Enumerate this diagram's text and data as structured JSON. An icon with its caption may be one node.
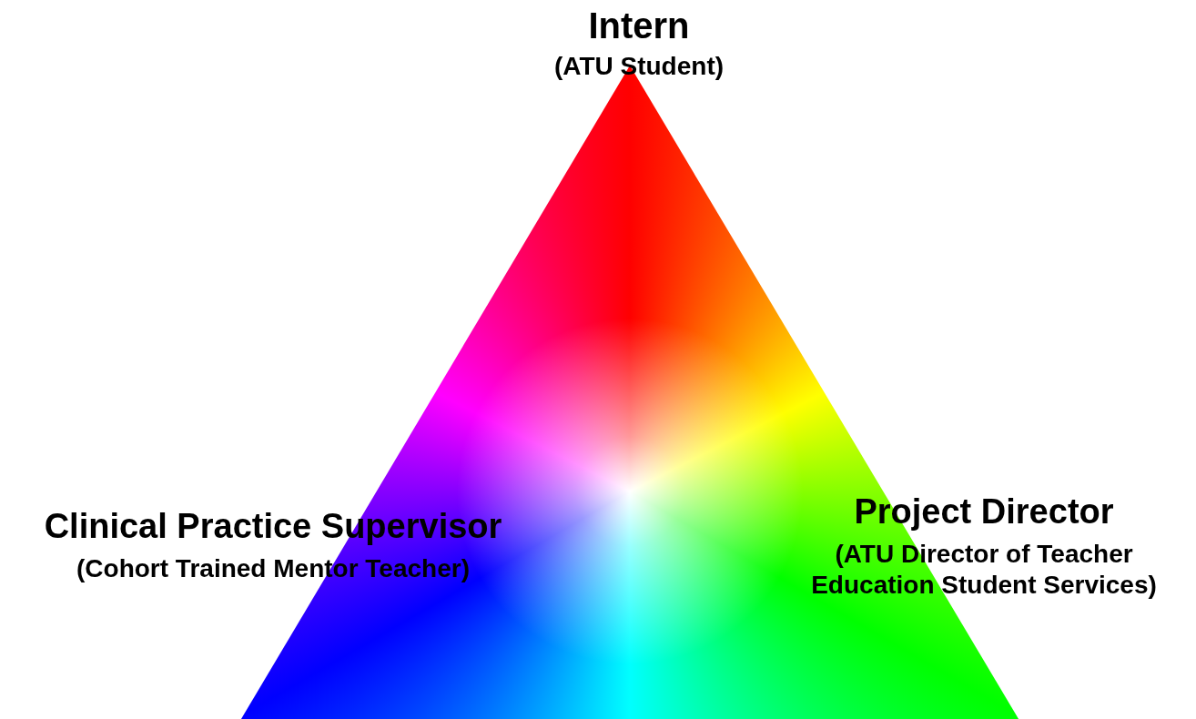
{
  "diagram": {
    "labels": [
      "Intern",
      "(ATU Student)",
      "Clinical Practice Supervisor",
      "(Cohort Trained Mentor Teacher)",
      "Project Director",
      "(ATU Director of Teacher Education Student Services)"
    ]
  }
}
